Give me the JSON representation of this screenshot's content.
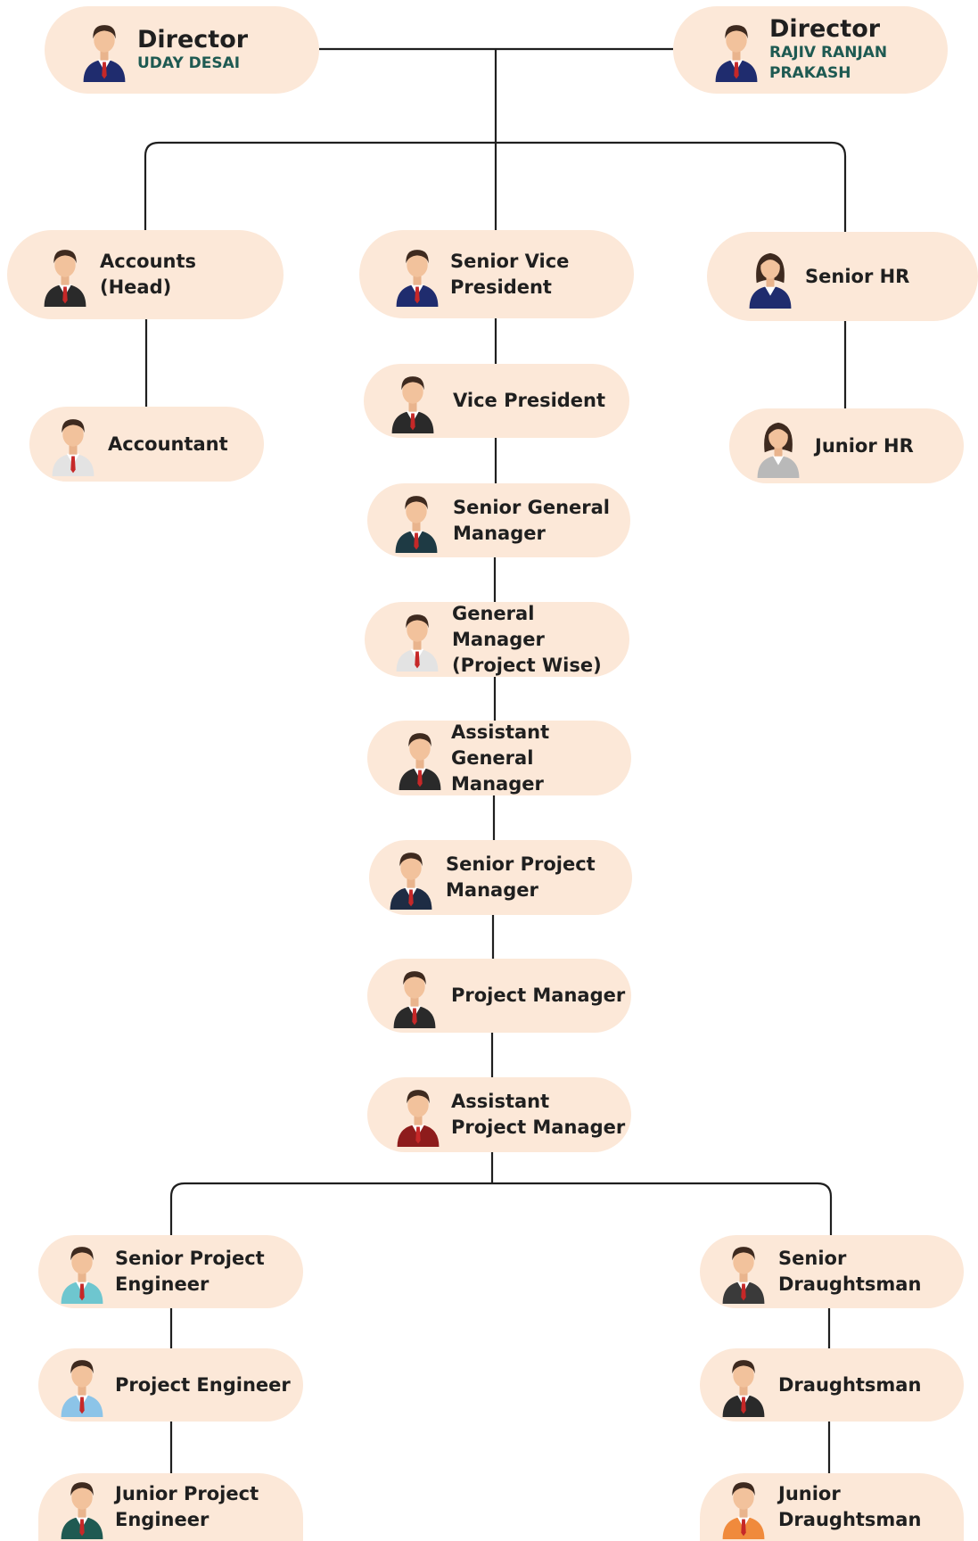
{
  "directors": [
    {
      "title": "Director",
      "name": "UDAY DESAI"
    },
    {
      "title": "Director",
      "name": "RAJIV RANJAN PRAKASH"
    }
  ],
  "roles": {
    "accounts_head": "Accounts (Head)",
    "accountant": "Accountant",
    "senior_vp": "Senior Vice President",
    "vp": "Vice President",
    "sgm": "Senior General Manager",
    "gm": "General Manager (Project Wise)",
    "agm": "Assistant General Manager",
    "spm": "Senior Project Manager",
    "pm": "Project Manager",
    "apm": "Assistant Project Manager",
    "senior_hr": "Senior HR",
    "junior_hr": "Junior HR",
    "spe": "Senior Project Engineer",
    "pe": "Project Engineer",
    "jpe": "Junior Project Engineer",
    "sd": "Senior Draughtsman",
    "d": "Draughtsman",
    "jd": "Junior Draughtsman"
  },
  "colors": {
    "node_fill": "#fce8d8",
    "line": "#1f1f1f",
    "label_text": "#1f1f1f",
    "director_name": "#1e5a52"
  },
  "icons": {
    "director": "businessman-avatar-icon",
    "female": "businesswoman-avatar-icon",
    "male": "businessman-avatar-icon"
  }
}
